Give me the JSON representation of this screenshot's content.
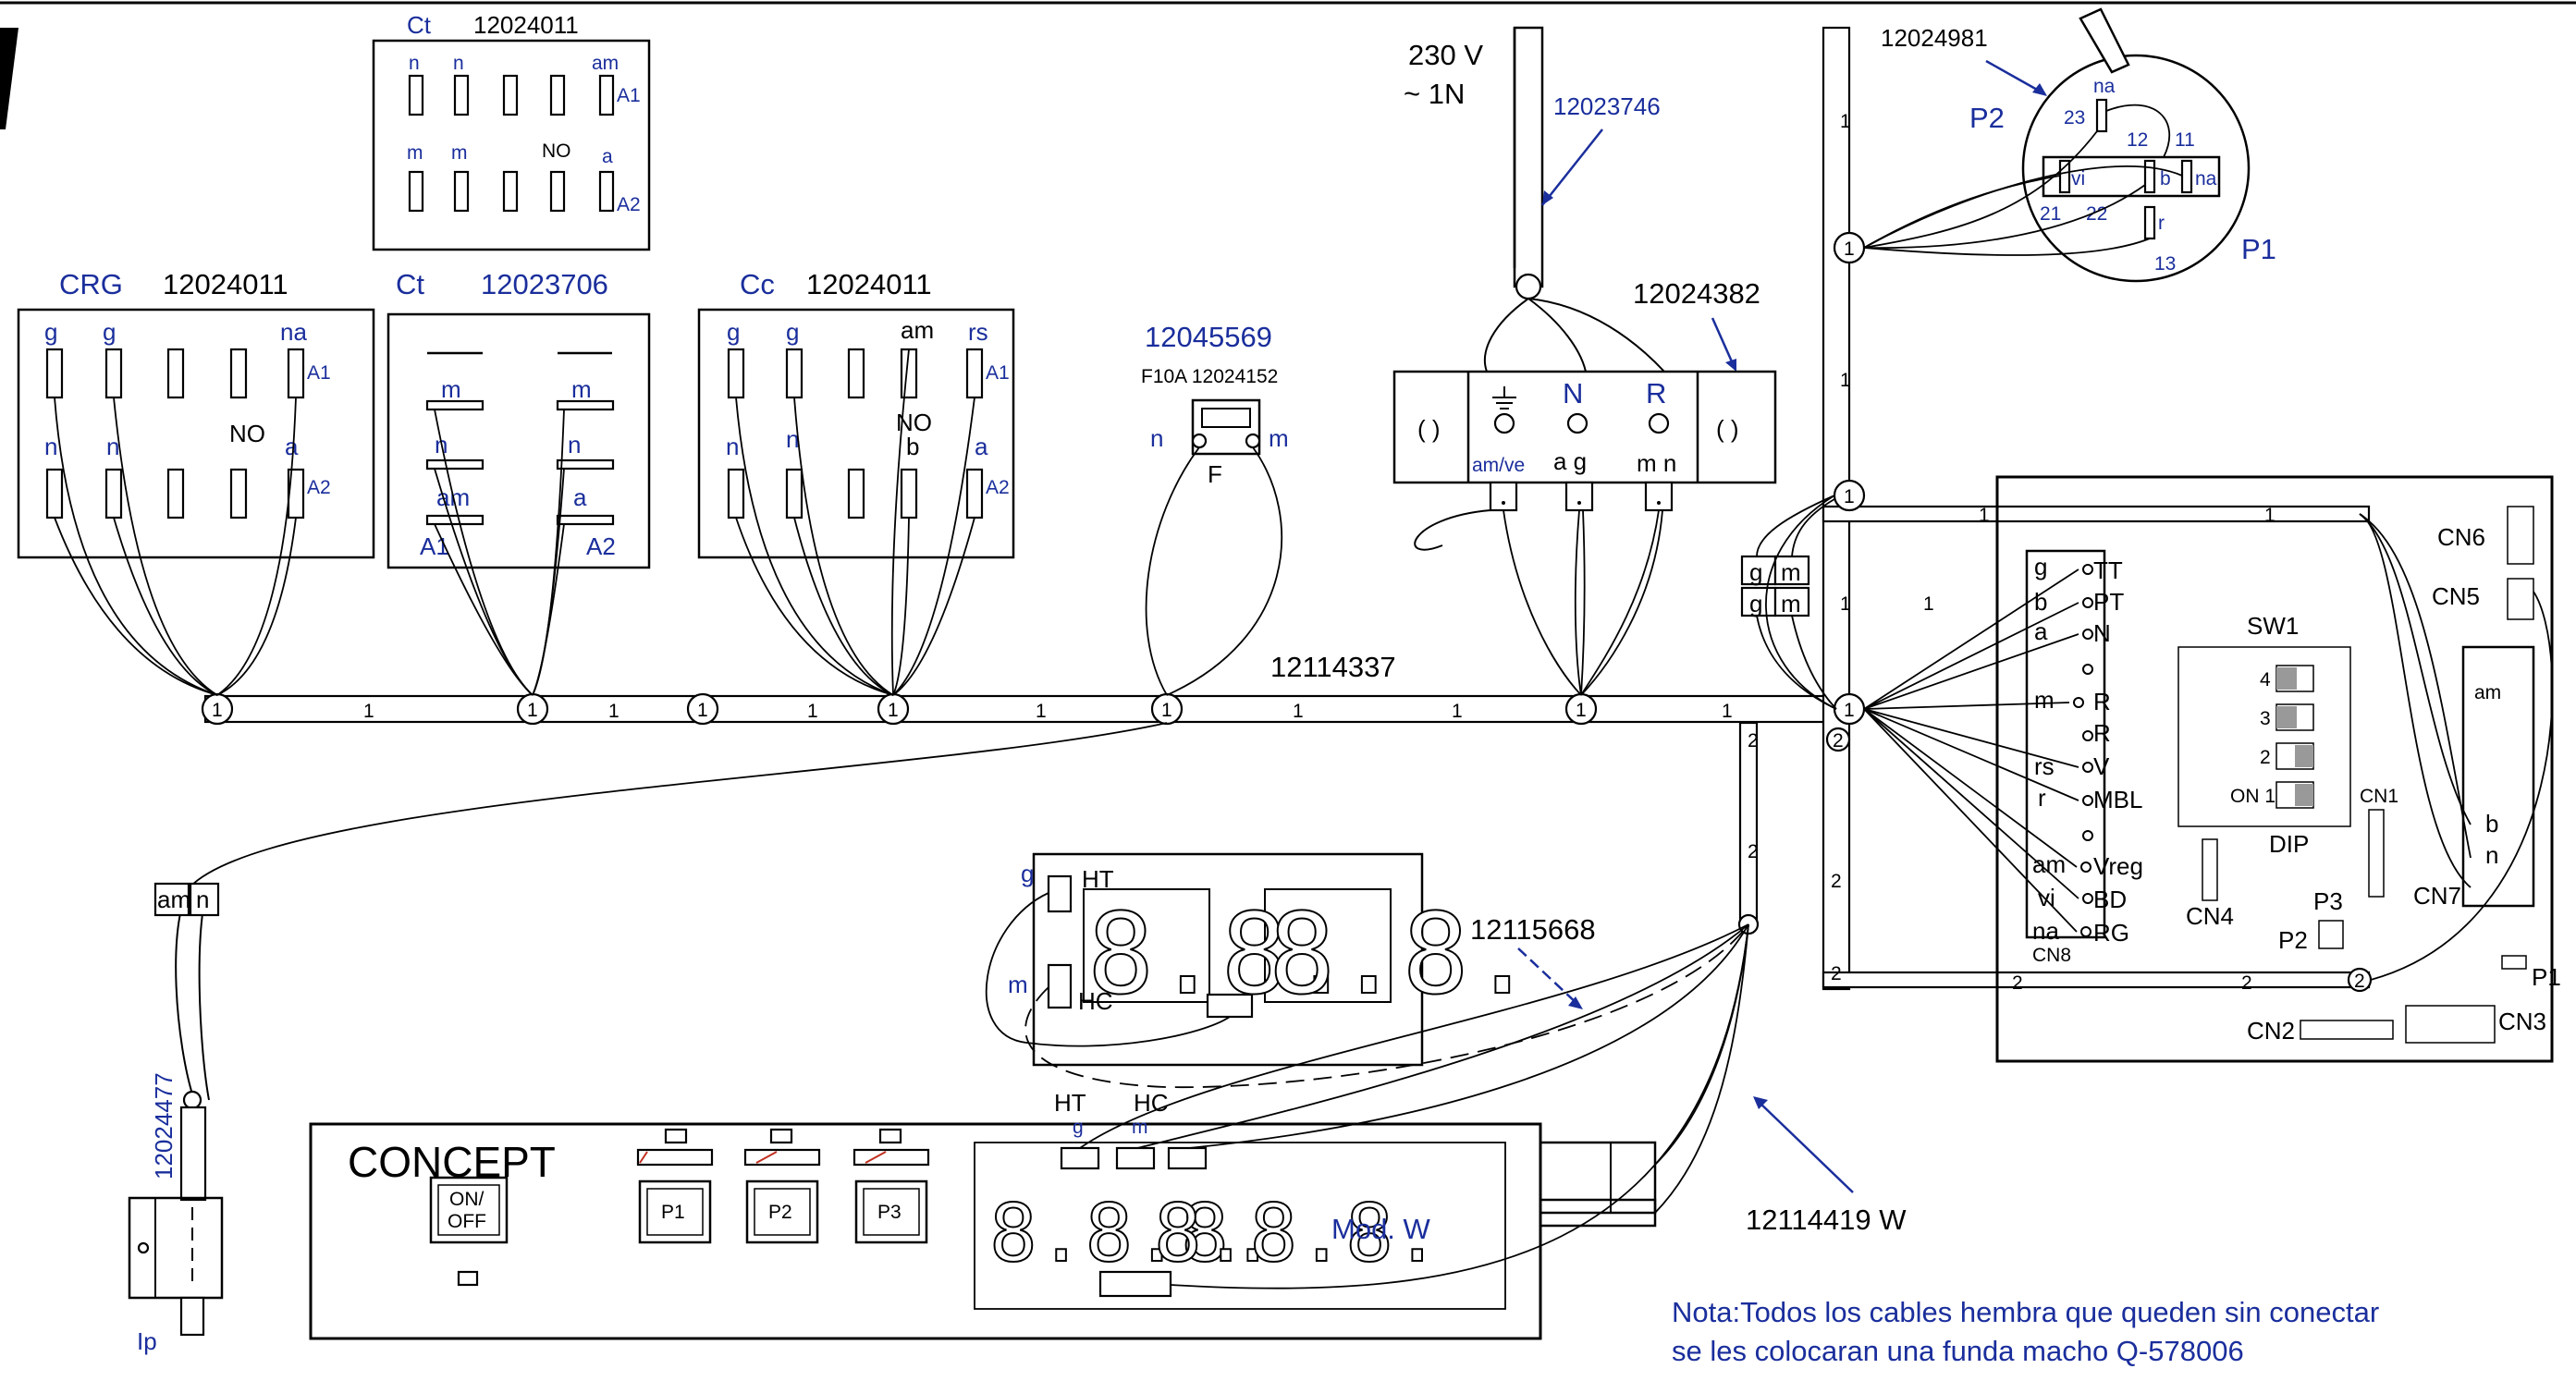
{
  "connectors": {
    "ct_top": {
      "title": "Ct",
      "code": "12024011",
      "row1": [
        "n",
        "n",
        "am"
      ],
      "row2": [
        "m",
        "m",
        "NO",
        "a"
      ],
      "a1": "A1",
      "a2": "A2"
    },
    "crg": {
      "title": "CRG",
      "code": "12024011",
      "row1": [
        "g",
        "g",
        "na"
      ],
      "row2": [
        "n",
        "n",
        "NO",
        "a"
      ],
      "a1": "A1",
      "a2": "A2"
    },
    "ct2": {
      "title": "Ct",
      "code": "12023706",
      "labels": [
        "m",
        "m",
        "n",
        "n",
        "am",
        "a",
        "A1",
        "A2"
      ]
    },
    "cc": {
      "title": "Cc",
      "code": "12024011",
      "row1": [
        "g",
        "g",
        "am",
        "rs"
      ],
      "row2": [
        "n",
        "n",
        "NO",
        "b",
        "a"
      ],
      "a1": "A1",
      "a2": "A2"
    }
  },
  "fuse": {
    "code": "12045569",
    "spec": "F10A 12024152",
    "left": "n",
    "right": "m",
    "label": "F"
  },
  "power": {
    "voltage": "230 V",
    "phase": "~ 1N",
    "cable": "12023746"
  },
  "terminal_block": {
    "code": "12024382",
    "neutral": "N",
    "line": "R",
    "earth_label": "am/ve",
    "n_wires": "a g",
    "r_wires": "m n"
  },
  "pressostat": {
    "code": "12024981",
    "p2": "P2",
    "p1": "P1",
    "pins": [
      "na",
      "23",
      "12",
      "11",
      "vi",
      "b",
      "na",
      "21",
      "22",
      "r",
      "13"
    ]
  },
  "main_cable": {
    "code": "12114337",
    "segments": [
      "1",
      "1",
      "1",
      "1",
      "1",
      "1",
      "1",
      "1",
      "1",
      "1",
      "1",
      "1",
      "1"
    ],
    "nodes": [
      "1",
      "1",
      "1",
      "1",
      "1",
      "1",
      "1",
      "1",
      "1",
      "1",
      "1",
      "1",
      "2",
      "2",
      "2",
      "2",
      "2",
      "2",
      "2",
      "2",
      "2",
      "2"
    ]
  },
  "gm_block": {
    "row1": [
      "g",
      "m"
    ],
    "row2": [
      "g",
      "m"
    ]
  },
  "pcb": {
    "cn8_pins": [
      "g",
      "b",
      "a",
      "m",
      "rs",
      "r",
      "am",
      "vi",
      "na"
    ],
    "cn8_labels": [
      "TT",
      "PT",
      "N",
      "R",
      "R",
      "V",
      "MBL",
      "Vreg",
      "BD",
      "RG"
    ],
    "cn8": "CN8",
    "sw1": "SW1",
    "dip": "DIP",
    "dip_nums": [
      "4",
      "3",
      "2",
      "ON 1"
    ],
    "cn1": "CN1",
    "cn2": "CN2",
    "cn3": "CN3",
    "cn4": "CN4",
    "cn5": "CN5",
    "cn6": "CN6",
    "cn7": "CN7",
    "p1": "P1",
    "p2": "P2",
    "p3": "P3",
    "cn7_pins": [
      "am",
      "b",
      "n"
    ]
  },
  "probe": {
    "code": "12024477",
    "label": "Ip",
    "conn": [
      "am",
      "n"
    ]
  },
  "display_small": {
    "ht": "HT",
    "hc": "HC",
    "g": "g",
    "m": "m",
    "digits_left": "8.8.",
    "digits_right": "8.8."
  },
  "cables": {
    "display_cable": "12115668",
    "panel_cable": "12114419  W"
  },
  "panel": {
    "brand": "CONCEPT",
    "on_off": [
      "ON/",
      "OFF"
    ],
    "buttons": [
      "P1",
      "P2",
      "P3"
    ],
    "ht": "HT",
    "hc": "HC",
    "g": "g",
    "m": "m",
    "model": "Mod. W",
    "digits_left": "8.8.8.",
    "digits_right": "8.8.8."
  },
  "note": {
    "line1": "Nota:Todos los cables hembra que queden sin conectar",
    "line2": "se les colocaran  una funda macho Q-578006"
  },
  "colors": {
    "blue": "#1a2e9c",
    "black": "#000000",
    "red": "#c03020"
  }
}
